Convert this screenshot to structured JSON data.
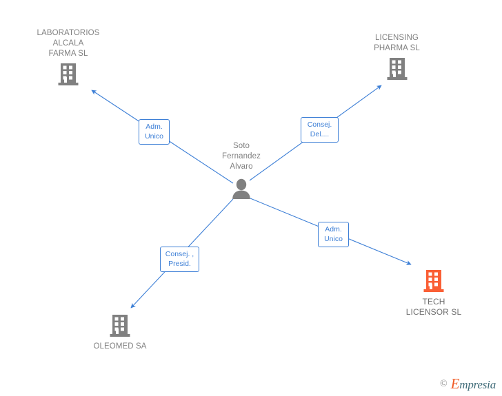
{
  "graph": {
    "title": "Corporate relationship graph",
    "colors": {
      "company_grey": "#808080",
      "company_highlight": "#FA5F35",
      "edge_blue": "#3d7fd6",
      "label_text": "#808080"
    },
    "nodes": [
      {
        "id": "laboratorios-alcala-farma",
        "label": "LABORATORIOS\nALCALA\nFARMA SL",
        "type": "company",
        "icon": "building-icon",
        "color": "#808080",
        "label_position": "above"
      },
      {
        "id": "licensing-pharma",
        "label": "LICENSING\nPHARMA SL",
        "type": "company",
        "icon": "building-icon",
        "color": "#808080",
        "label_position": "above"
      },
      {
        "id": "soto-fernandez-alvaro",
        "label": "Soto\nFernandez\nAlvaro",
        "type": "person",
        "icon": "person-icon",
        "color": "#808080",
        "label_position": "above"
      },
      {
        "id": "oleomed-sa",
        "label": "OLEOMED SA",
        "type": "company",
        "icon": "building-icon",
        "color": "#808080",
        "label_position": "below"
      },
      {
        "id": "tech-licensor",
        "label": "TECH\nLICENSOR SL",
        "type": "company",
        "icon": "building-icon",
        "color": "#FA5F35",
        "label_position": "below"
      }
    ],
    "edges": [
      {
        "id": "edge-to-laboratorios",
        "from": "soto-fernandez-alvaro",
        "to": "laboratorios-alcala-farma",
        "label": "Adm.\nUnico"
      },
      {
        "id": "edge-to-licensing",
        "from": "soto-fernandez-alvaro",
        "to": "licensing-pharma",
        "label": "Consej.\nDel...."
      },
      {
        "id": "edge-to-oleomed",
        "from": "soto-fernandez-alvaro",
        "to": "oleomed-sa",
        "label": "Consej. ,\nPresid."
      },
      {
        "id": "edge-to-tech-licensor",
        "from": "soto-fernandez-alvaro",
        "to": "tech-licensor",
        "label": "Adm.\nUnico"
      }
    ]
  },
  "watermark": {
    "copyright": "©",
    "brand_initial": "E",
    "brand_rest": "mpresia"
  }
}
